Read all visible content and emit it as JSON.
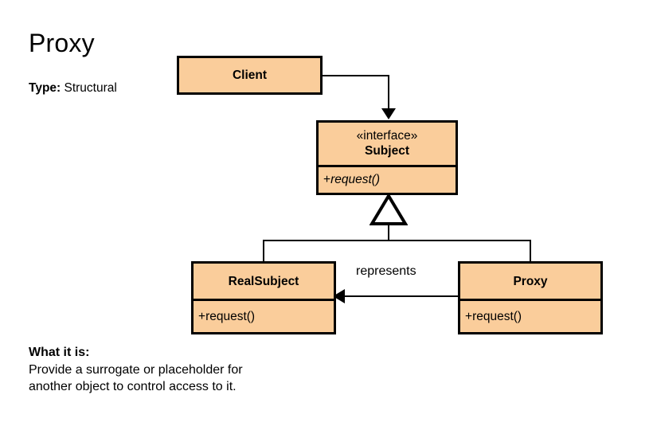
{
  "page": {
    "title": "Proxy",
    "type_label": "Type:",
    "type_value": "Structural",
    "background_color": "#ffffff",
    "box_fill_color": "#FACD9B",
    "border_color": "#000000"
  },
  "description": {
    "heading": "What it is:",
    "line1": "Provide a surrogate or placeholder for",
    "line2": "another object to control access to it."
  },
  "diagram": {
    "client": {
      "name": "Client"
    },
    "subject": {
      "stereotype": "«interface»",
      "name": "Subject",
      "member_prefix": "+",
      "member_operation": "request()"
    },
    "real_subject": {
      "name": "RealSubject",
      "member_prefix": "+",
      "member_operation": "request()"
    },
    "proxy": {
      "name": "Proxy",
      "member_prefix": "+",
      "member_operation": "request()"
    },
    "relations": {
      "represents_label": "represents"
    }
  }
}
